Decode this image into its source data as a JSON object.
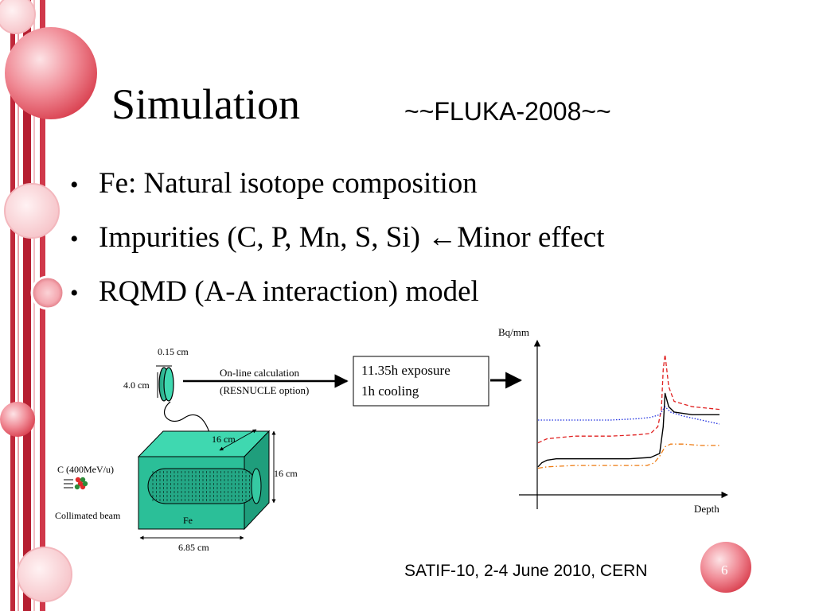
{
  "slide": {
    "title": "Simulation",
    "subtitle": "~~FLUKA-2008~~",
    "bullets": [
      "Fe: Natural isotope composition",
      "Impurities (C, P, Mn, S, Si) ←Minor effect",
      "RQMD (A-A interaction) model"
    ],
    "bullet_glyph": "•",
    "footer": "SATIF-10, 2-4 June 2010, CERN",
    "page_number": "6"
  },
  "diagram": {
    "detector_thickness": "0.15 cm",
    "detector_diameter": "4.0 cm",
    "calc_line1": "On-line calculation",
    "calc_line2": "(RESNUCLE option)",
    "result_line1": "11.35h exposure",
    "result_line2": "1h cooling",
    "block_depth": "16 cm",
    "block_height": "16 cm",
    "block_length": "6.85 cm",
    "block_material": "Fe",
    "beam_label": "C (400MeV/u)",
    "collimated_label": "Collimated beam",
    "colors": {
      "block_front": "#2bbf98",
      "block_top": "#3fd8b0",
      "block_side": "#1f9e7c",
      "accent": "#e0525f"
    }
  },
  "chart_data": {
    "type": "line",
    "ylabel": "Bq/mm",
    "xlabel": "Depth",
    "xlim": [
      0,
      100
    ],
    "ylim": [
      0,
      100
    ],
    "grid": false,
    "axis_ticks": false,
    "series": [
      {
        "style": "solid",
        "color": "#000000",
        "x": [
          0,
          2,
          5,
          10,
          30,
          50,
          62,
          67,
          69,
          70,
          72,
          75,
          85,
          100
        ],
        "y": [
          15,
          18,
          20,
          21,
          21,
          21,
          22,
          25,
          45,
          70,
          60,
          56,
          54,
          54
        ]
      },
      {
        "style": "dashed",
        "color": "#e02020",
        "x": [
          0,
          5,
          20,
          40,
          55,
          62,
          66,
          68,
          69,
          70,
          72,
          75,
          85,
          100
        ],
        "y": [
          33,
          36,
          38,
          38,
          39,
          40,
          45,
          58,
          88,
          99,
          75,
          64,
          60,
          58
        ]
      },
      {
        "style": "dotted",
        "color": "#2030e0",
        "x": [
          0,
          20,
          40,
          55,
          62,
          67,
          70,
          73,
          80,
          90,
          100
        ],
        "y": [
          50,
          50,
          50,
          51,
          52,
          54,
          60,
          56,
          53,
          50,
          47
        ]
      },
      {
        "style": "dashdot",
        "color": "#ee7a10",
        "x": [
          0,
          5,
          20,
          40,
          55,
          60,
          64,
          67,
          70,
          73,
          80,
          90,
          100
        ],
        "y": [
          14,
          15,
          16,
          16,
          16,
          16,
          18,
          23,
          30,
          32,
          32,
          31,
          31
        ]
      }
    ]
  }
}
